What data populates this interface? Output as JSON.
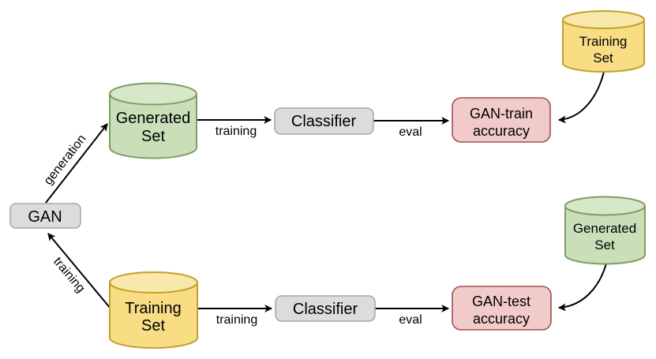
{
  "diagram": {
    "description": "GAN evaluation pipeline diagram (GAN-train / GAN-test accuracy)",
    "nodes": {
      "gan": {
        "label": "GAN"
      },
      "generated_set_top": {
        "line1": "Generated",
        "line2": "Set"
      },
      "classifier_top": {
        "label": "Classifier"
      },
      "gan_train_accuracy": {
        "line1": "GAN-train",
        "line2": "accuracy"
      },
      "training_set_corner": {
        "line1": "Training",
        "line2": "Set"
      },
      "training_set_bottom": {
        "line1": "Training",
        "line2": "Set"
      },
      "classifier_bottom": {
        "label": "Classifier"
      },
      "gan_test_accuracy": {
        "line1": "GAN-test",
        "line2": "accuracy"
      },
      "generated_set_corner": {
        "line1": "Generated",
        "line2": "Set"
      }
    },
    "edge_labels": {
      "generation": "generation",
      "gan_training": "training",
      "training_top": "training",
      "eval_top": "eval",
      "training_bottom": "training",
      "eval_bottom": "eval"
    },
    "colors": {
      "green_body": "#c8dfba",
      "green_top": "#d6e8c9",
      "green_stroke": "#7e9e62",
      "yellow_body": "#f8dd85",
      "yellow_top": "#f9e8ab",
      "yellow_stroke": "#c4a02a",
      "gray_fill": "#dcdcdc",
      "gray_stroke": "#a8a8a8",
      "pink_fill": "#f1caca",
      "pink_stroke": "#a04f4f",
      "arrow": "#000000"
    }
  }
}
